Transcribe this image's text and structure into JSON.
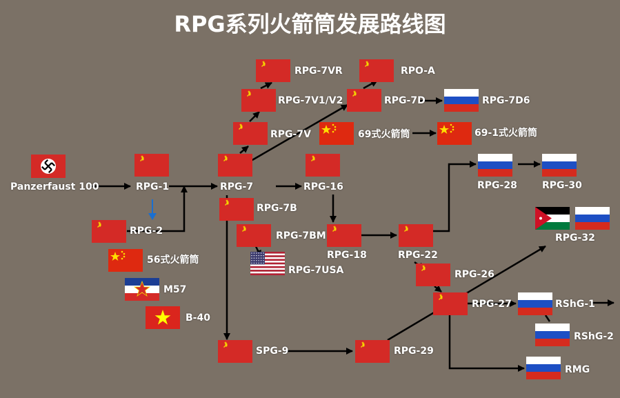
{
  "title": "RPG系列火箭筒发展路线图",
  "colors": {
    "background": "#7b7166",
    "arrow": "#000000",
    "highlight_arrow": "#1a6fd0",
    "text": "#ffffff"
  },
  "nodes": [
    {
      "id": "panzerfaust100",
      "label": "Panzerfaust 100",
      "flag": "nazi-germany"
    },
    {
      "id": "rpg1",
      "label": "RPG-1",
      "flag": "ussr"
    },
    {
      "id": "rpg2",
      "label": "RPG-2",
      "flag": "ussr"
    },
    {
      "id": "type56",
      "label": "56式火箭筒",
      "flag": "china"
    },
    {
      "id": "m57",
      "label": "M57",
      "flag": "yugoslavia"
    },
    {
      "id": "b40",
      "label": "B-40",
      "flag": "vietnam"
    },
    {
      "id": "rpg7",
      "label": "RPG-7",
      "flag": "ussr"
    },
    {
      "id": "rpg7v",
      "label": "RPG-7V",
      "flag": "ussr"
    },
    {
      "id": "rpg7v1v2",
      "label": "RPG-7V1/V2",
      "flag": "ussr"
    },
    {
      "id": "rpg7vr",
      "label": "RPG-7VR",
      "flag": "ussr"
    },
    {
      "id": "rpg7b",
      "label": "RPG-7B",
      "flag": "ussr"
    },
    {
      "id": "rpg7bm",
      "label": "RPG-7BM",
      "flag": "ussr"
    },
    {
      "id": "rpg7usa",
      "label": "RPG-7USA",
      "flag": "usa"
    },
    {
      "id": "type69",
      "label": "69式火箭筒",
      "flag": "china"
    },
    {
      "id": "type69_1",
      "label": "69-1式火箭筒",
      "flag": "china"
    },
    {
      "id": "rpoa",
      "label": "RPO-A",
      "flag": "ussr"
    },
    {
      "id": "rpg7d",
      "label": "RPG-7D",
      "flag": "ussr"
    },
    {
      "id": "rpg7d6",
      "label": "RPG-7D6",
      "flag": "russia"
    },
    {
      "id": "rpg16",
      "label": "RPG-16",
      "flag": "ussr"
    },
    {
      "id": "rpg18",
      "label": "RPG-18",
      "flag": "ussr"
    },
    {
      "id": "rpg22",
      "label": "RPG-22",
      "flag": "ussr"
    },
    {
      "id": "rpg28",
      "label": "RPG-28",
      "flag": "russia"
    },
    {
      "id": "rpg30",
      "label": "RPG-30",
      "flag": "russia"
    },
    {
      "id": "rpg32",
      "label": "RPG-32",
      "flag": "jordan+russia"
    },
    {
      "id": "rpg26",
      "label": "RPG-26",
      "flag": "ussr"
    },
    {
      "id": "rpg27",
      "label": "RPG-27",
      "flag": "ussr"
    },
    {
      "id": "rshg1",
      "label": "RShG-1",
      "flag": "russia"
    },
    {
      "id": "rshg2",
      "label": "RShG-2",
      "flag": "russia"
    },
    {
      "id": "rmg",
      "label": "RMG",
      "flag": "russia"
    },
    {
      "id": "spg9",
      "label": "SPG-9",
      "flag": "ussr"
    },
    {
      "id": "rpg29",
      "label": "RPG-29",
      "flag": "ussr"
    }
  ],
  "edges": [
    {
      "from": "panzerfaust100",
      "to": "rpg1"
    },
    {
      "from": "rpg1",
      "to": "rpg2",
      "color": "blue"
    },
    {
      "from": "rpg1",
      "to": "rpg7"
    },
    {
      "from": "rpg2",
      "to": "rpg7"
    },
    {
      "from": "rpg7",
      "to": "rpg16"
    },
    {
      "from": "rpg7",
      "to": "rpg7v"
    },
    {
      "from": "rpg7v",
      "to": "rpg7v1v2"
    },
    {
      "from": "rpg7v1v2",
      "to": "rpg7vr"
    },
    {
      "from": "rpg7",
      "to": "rpg7d"
    },
    {
      "from": "rpg7d",
      "to": "rpoa"
    },
    {
      "from": "rpg7d",
      "to": "rpg7d6"
    },
    {
      "from": "type69",
      "to": "type69_1"
    },
    {
      "from": "rpg7",
      "to": "spg9"
    },
    {
      "from": "rpg7b",
      "to": "rpg7usa"
    },
    {
      "from": "rpg16",
      "to": "rpg18"
    },
    {
      "from": "rpg18",
      "to": "rpg22"
    },
    {
      "from": "rpg22",
      "to": "rpg28"
    },
    {
      "from": "rpg28",
      "to": "rpg30"
    },
    {
      "from": "rpg22",
      "to": "rpg26"
    },
    {
      "from": "rpg26",
      "to": "rpg27"
    },
    {
      "from": "spg9",
      "to": "rpg29"
    },
    {
      "from": "rpg29",
      "to": "rpg32"
    },
    {
      "from": "rpg27",
      "to": "rshg1"
    },
    {
      "from": "rpg27",
      "to": "rmg"
    }
  ]
}
